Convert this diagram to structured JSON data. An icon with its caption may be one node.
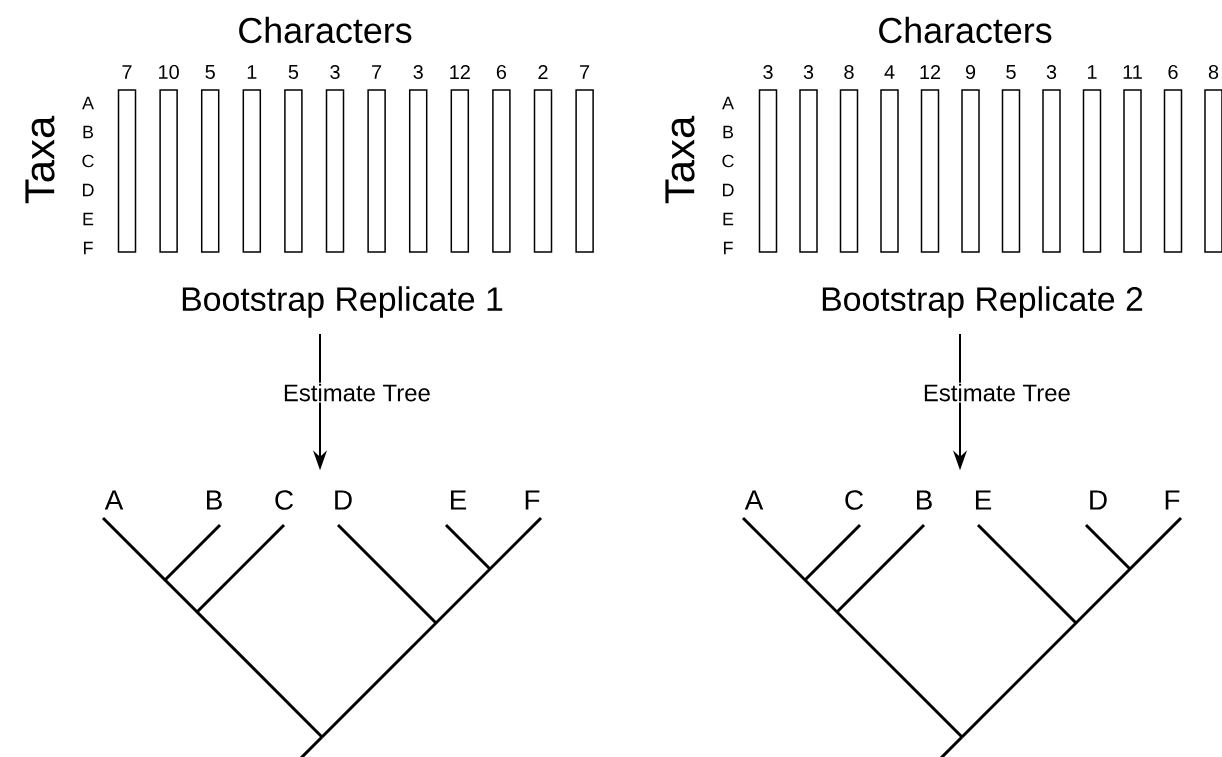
{
  "diagram": {
    "nodes": [
      {
        "text": [
          "Bootstrap Replicate 1"
        ]
      },
      {
        "text": [],
        "shape": "tree",
        "beside": [
          "A",
          "B",
          "C",
          "D",
          "E",
          "F"
        ]
      },
      {
        "text": [
          "Bootstrap Replicate 2"
        ]
      },
      {
        "text": [],
        "shape": "tree",
        "beside": [
          "A",
          "C",
          "B",
          "E",
          "D",
          "F"
        ]
      }
    ],
    "edges": [
      {
        "from": 0,
        "to": 1,
        "arrow": "to",
        "label": "Estimate Tree"
      },
      {
        "from": 2,
        "to": 3,
        "arrow": "to",
        "label": "Estimate Tree"
      }
    ],
    "labels": [
      "Characters",
      "7",
      "10",
      "5",
      "1",
      "5",
      "3",
      "7",
      "3",
      "12",
      "6",
      "2",
      "7",
      "Taxa",
      "A",
      "B",
      "C",
      "D",
      "E",
      "F",
      "Characters",
      "3",
      "3",
      "8",
      "4",
      "12",
      "9",
      "5",
      "3",
      "1",
      "11",
      "6",
      "8",
      "Taxa",
      "A",
      "B",
      "C",
      "D",
      "E",
      "F"
    ]
  }
}
